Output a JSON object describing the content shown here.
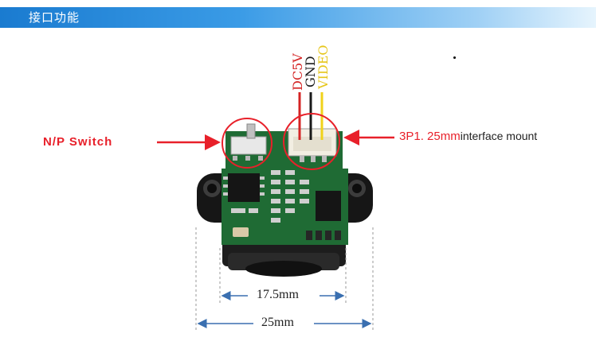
{
  "header": {
    "title": "接口功能"
  },
  "pins": {
    "dc5v": "DC5V",
    "gnd": "GND",
    "video": "VIDEO"
  },
  "labels": {
    "np_switch": "N/P  Switch",
    "interface_prefix": "3P1. 25mm",
    "interface_suffix": "interface mount"
  },
  "dimensions": {
    "inner": "17.5mm",
    "outer": "25mm"
  },
  "colors": {
    "header_blue": "#1a7bd0",
    "arrow_red": "#e8202a",
    "pcb_green": "#1f6b34",
    "dim_blue": "#3a6fb0",
    "wire_red": "#d42424",
    "wire_black": "#1a1a1a",
    "wire_yellow": "#f0d21a"
  }
}
